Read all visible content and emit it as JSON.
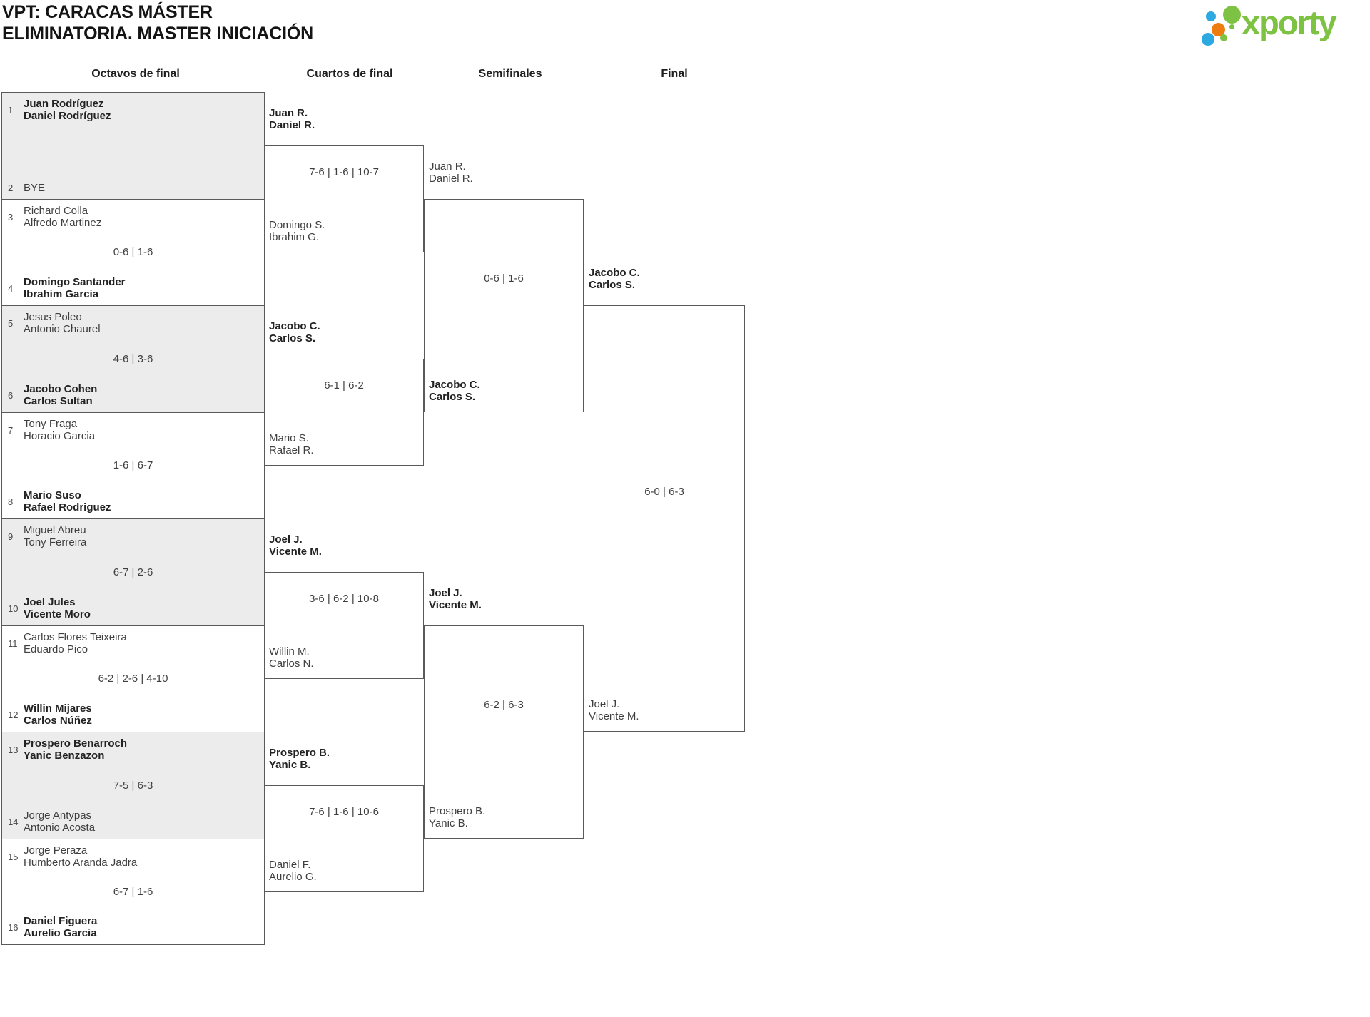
{
  "title": {
    "line1": "VPT: CARACAS MÁSTER",
    "line2": "ELIMINATORIA. MASTER INICIACIÓN"
  },
  "logo": {
    "wordmark": "xporty",
    "colors": {
      "green": "#7DC242",
      "blue": "#2BA9E0",
      "orange": "#EE7D11"
    }
  },
  "round_headers": {
    "octavos": "Octavos de final",
    "cuartos": "Cuartos de final",
    "semifinales": "Semifinales",
    "final": "Final"
  },
  "bracket": {
    "octavos": [
      {
        "top": {
          "seed": "1",
          "lines": [
            "Juan Rodríguez",
            "Daniel Rodríguez"
          ],
          "winner": true
        },
        "score": "",
        "bottom": {
          "seed": "2",
          "lines": [
            "BYE"
          ],
          "winner": false
        }
      },
      {
        "top": {
          "seed": "3",
          "lines": [
            "Richard Colla",
            "Alfredo Martinez"
          ],
          "winner": false
        },
        "score": "0-6 | 1-6",
        "bottom": {
          "seed": "4",
          "lines": [
            "Domingo Santander",
            "Ibrahim Garcia"
          ],
          "winner": true
        }
      },
      {
        "top": {
          "seed": "5",
          "lines": [
            "Jesus Poleo",
            "Antonio Chaurel"
          ],
          "winner": false
        },
        "score": "4-6 | 3-6",
        "bottom": {
          "seed": "6",
          "lines": [
            "Jacobo Cohen",
            "Carlos Sultan"
          ],
          "winner": true
        }
      },
      {
        "top": {
          "seed": "7",
          "lines": [
            "Tony Fraga",
            "Horacio Garcia"
          ],
          "winner": false
        },
        "score": "1-6 | 6-7",
        "bottom": {
          "seed": "8",
          "lines": [
            "Mario Suso",
            "Rafael Rodriguez"
          ],
          "winner": true
        }
      },
      {
        "top": {
          "seed": "9",
          "lines": [
            "Miguel Abreu",
            "Tony Ferreira"
          ],
          "winner": false
        },
        "score": "6-7 | 2-6",
        "bottom": {
          "seed": "10",
          "lines": [
            "Joel Jules",
            "Vicente Moro"
          ],
          "winner": true
        }
      },
      {
        "top": {
          "seed": "11",
          "lines": [
            "Carlos Flores Teixeira",
            "Eduardo Pico"
          ],
          "winner": false
        },
        "score": "6-2 | 2-6 | 4-10",
        "bottom": {
          "seed": "12",
          "lines": [
            "Willin Mijares",
            "Carlos Núñez"
          ],
          "winner": true
        }
      },
      {
        "top": {
          "seed": "13",
          "lines": [
            "Prospero Benarroch",
            "Yanic Benzazon"
          ],
          "winner": true
        },
        "score": "7-5 | 6-3",
        "bottom": {
          "seed": "14",
          "lines": [
            "Jorge Antypas",
            "Antonio Acosta"
          ],
          "winner": false
        }
      },
      {
        "top": {
          "seed": "15",
          "lines": [
            "Jorge Peraza",
            "Humberto Aranda Jadra"
          ],
          "winner": false
        },
        "score": "6-7 | 1-6",
        "bottom": {
          "seed": "16",
          "lines": [
            "Daniel Figuera",
            "Aurelio Garcia"
          ],
          "winner": true
        }
      }
    ],
    "cuartos": [
      {
        "top": {
          "lines": [
            "Juan R.",
            "Daniel R."
          ],
          "winner": true
        },
        "score": "7-6 | 1-6 | 10-7",
        "bottom": {
          "lines": [
            "Domingo S.",
            "Ibrahim G."
          ],
          "winner": false
        }
      },
      {
        "top": {
          "lines": [
            "Jacobo C.",
            "Carlos S."
          ],
          "winner": true
        },
        "score": "6-1 | 6-2",
        "bottom": {
          "lines": [
            "Mario S.",
            "Rafael R."
          ],
          "winner": false
        }
      },
      {
        "top": {
          "lines": [
            "Joel J.",
            "Vicente M."
          ],
          "winner": true
        },
        "score": "3-6 | 6-2 | 10-8",
        "bottom": {
          "lines": [
            "Willin M.",
            "Carlos N."
          ],
          "winner": false
        }
      },
      {
        "top": {
          "lines": [
            "Prospero B.",
            "Yanic B."
          ],
          "winner": true
        },
        "score": "7-6 | 1-6 | 10-6",
        "bottom": {
          "lines": [
            "Daniel F.",
            "Aurelio G."
          ],
          "winner": false
        }
      }
    ],
    "semifinales": [
      {
        "top": {
          "lines": [
            "Juan R.",
            "Daniel R."
          ],
          "winner": false
        },
        "score": "0-6 | 1-6",
        "bottom": {
          "lines": [
            "Jacobo C.",
            "Carlos S."
          ],
          "winner": true
        }
      },
      {
        "top": {
          "lines": [
            "Joel J.",
            "Vicente M."
          ],
          "winner": true
        },
        "score": "6-2 | 6-3",
        "bottom": {
          "lines": [
            "Prospero B.",
            "Yanic B."
          ],
          "winner": false
        }
      }
    ],
    "final": [
      {
        "top": {
          "lines": [
            "Jacobo C.",
            "Carlos S."
          ],
          "winner": true
        },
        "score": "6-0 | 6-3",
        "bottom": {
          "lines": [
            "Joel J.",
            "Vicente M."
          ],
          "winner": false
        }
      }
    ]
  }
}
